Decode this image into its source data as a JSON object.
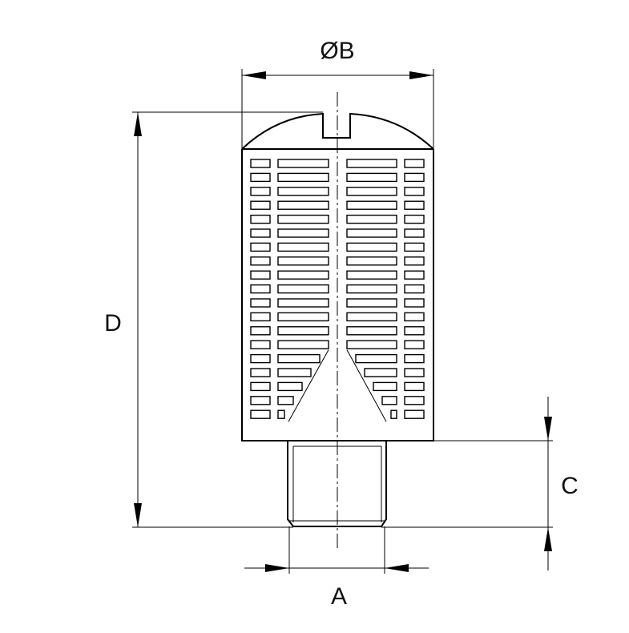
{
  "labels": {
    "diameter_b": "ØB",
    "height_d": "D",
    "thread_length_c": "C",
    "thread_size_a": "A"
  },
  "colors": {
    "line": "#000000",
    "background": "#ffffff"
  }
}
